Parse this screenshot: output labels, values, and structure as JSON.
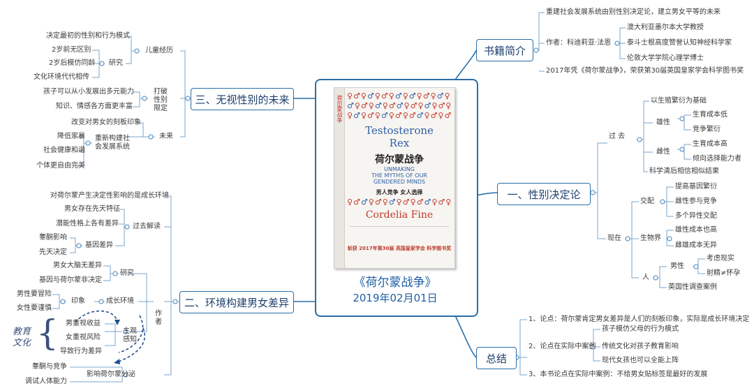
{
  "center": {
    "title": "《荷尔蒙战争》",
    "date": "2019年02月01日",
    "cover": {
      "spine_text": "荷尔蒙战争",
      "title_en_1": "Testosterone",
      "title_en_2": "Rex",
      "title_cn": "荷尔蒙战争",
      "subtitle_en_1": "UNMAKING",
      "subtitle_en_2": "THE MYTHS OF OUR",
      "subtitle_en_3": "GENDERED MINDS",
      "subtitle_cn": "男人竞争 女人选择",
      "author_en": "Cordelia Fine",
      "award": "斩获 2017年第30届 英国皇家学会 科学图书奖"
    }
  },
  "branches": {
    "intro": {
      "label": "书籍简介",
      "items": {
        "a": "重建社会发展系统由别性别决定论，建立男女平等的未来",
        "author": "作者：科迪莉亚·法恩",
        "author_1": "澳大利亚墨尔本大学教授",
        "author_2": "泰斗士根高度赞誉认知神经科学家",
        "author_3": "伦敦大学学院心理学博士",
        "b": "2017年凭《荷尔蒙战争》，荣获第30届英国皇家学会科学图书奖"
      }
    },
    "one": {
      "label": "一、性别决定论",
      "past": "过 去",
      "past_top": "以生殖繁衍为基础",
      "male": "雄性",
      "male_1": "生育成本低",
      "male_2": "竞争繁衍",
      "female": "雌性",
      "female_1": "生育成本高",
      "female_2": "倾向选择能力者",
      "past_bottom": "科学清后相信相似结果",
      "now": "现在",
      "mating": "交配",
      "mating_1": "提高基因繁衍",
      "mating_2": "雌性参与竞争",
      "mating_3": "多个异性交配",
      "bio": "生物界",
      "bio_1": "雄性成本也高",
      "bio_2": "雌雄成本无异",
      "human": "人",
      "men": "男性",
      "men_1": "考虑现实",
      "men_2": "射精≠怀孕",
      "uk": "英国性调查案例"
    },
    "summary": {
      "label": "总结",
      "p1": "1、论点：荷尔蒙肯定男女差异是人们的刻板印象，实际是成长环境决定",
      "p2": "2、论点在实际中案例",
      "p2_1": "孩子模仿父母的行为模式",
      "p2_2": "传统文化对孩子教育影响",
      "p2_3": "现代女孩也可以全能上阵",
      "p3": "3、本书论点在实际中案例：不给男女贴标签是最好的发展"
    },
    "three": {
      "label": "三、无视性别的未来",
      "child": "儿童经历",
      "child_a": "决定最初的性别和行为模式",
      "research": "研究",
      "r1": "2岁前无区别",
      "r2": "2岁后模仿同龄",
      "r3": "文化环境代代相传",
      "break": "打破性别限定",
      "break_1": "孩子可以从小发展出多元能力",
      "break_2": "知识、情感各方面更丰富",
      "future": "未来",
      "future_a": "改变对男女的刻板印象",
      "rebuild": "重新构建社会发展系统",
      "rb1": "降低家暴",
      "rb2": "社会健康和谐",
      "rb3": "个体更自由完美"
    },
    "two": {
      "label": "二、环境构建男女差异",
      "a": "对荷尔蒙产生决定性影响的是成长环境",
      "past_read": "过去解读",
      "pr1": "男女存在先天特征",
      "pr2": "潜能性格上各有差异",
      "gene": "基因差异",
      "g1": "睾酮影响",
      "g2": "先天决定",
      "author": "作者",
      "study": "研究",
      "s1": "男女大脑无差异",
      "s2": "基因与荷尔蒙非决定",
      "env": "成长环境",
      "imprint": "印象",
      "im1": "男性要冒险",
      "im2": "女性要谨慎",
      "edu": "教育文化",
      "e1": "男重视收益",
      "e2": "女重视风险",
      "e3": "导致行为差异",
      "perceive": "主观感知",
      "impact": "影响荷尔蒙分泌",
      "impact_1": "睾酮与竞争",
      "impact_2": "调试人体能力"
    }
  }
}
